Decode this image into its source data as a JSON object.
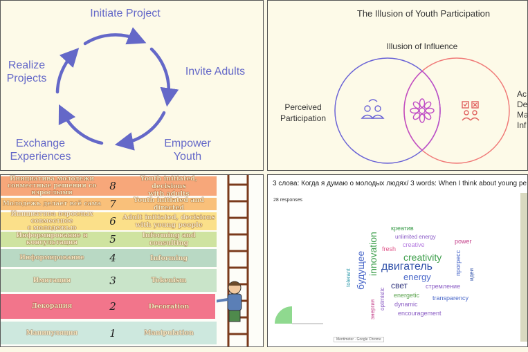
{
  "cycle": {
    "initiate": "Initiate Project",
    "invite": "Invite Adults",
    "empower": "Empower\nYouth",
    "exchange": "Exchange\nExperiences",
    "realize": "Realize\nProjects"
  },
  "venn": {
    "title": "The Illusion of Youth Participation",
    "top_label": "Illusion of Influence",
    "left_label": "Perceived\nParticipation",
    "right_label": "Ac\nDe\nMa\nInf",
    "colors": {
      "left": "#6a63d6",
      "right": "#f07a78",
      "center": "#c04fc6"
    }
  },
  "ladder": {
    "rungs": [
      {
        "num": "8",
        "ru": "Инициатива молодежи\nсовместные решения со взрослыми",
        "en": "Youth initiated, decisions\nwith adults",
        "color": "#f7a77a"
      },
      {
        "num": "7",
        "ru": "Молодежь делает всё сама",
        "en": "Youth initiated and directed",
        "color": "#f9c07a"
      },
      {
        "num": "6",
        "ru": "Инициатива взрослых совместное\nс молодежью",
        "en": "Adult initiated, decisions\nwith young people",
        "color": "#fbe08a"
      },
      {
        "num": "5",
        "ru": "Информирование и консультация",
        "en": "Informing and consulting",
        "color": "#cfe3a0"
      },
      {
        "num": "4",
        "ru": "Информирование",
        "en": "Informing",
        "color": "#b9d9c4"
      },
      {
        "num": "3",
        "ru": "Имитация",
        "en": "Tokenism",
        "color": "#c9e4c9"
      },
      {
        "num": "2",
        "ru": "Декорация",
        "en": "Decoration",
        "color": "#f2758b"
      },
      {
        "num": "1",
        "ru": "Манипуляция",
        "en": "Manipulation",
        "color": "#cde8de"
      }
    ]
  },
  "wordcloud": {
    "question": "3 слова: Когда я думаю о молодых людях/ 3 words: When I think about young pe",
    "responses": "28 responses",
    "footer": "Mentimeter · Google Chrome",
    "words": [
      {
        "text": "креатив",
        "color": "#3a9b4a",
        "size": 9
      },
      {
        "text": "unlimited energy",
        "color": "#8b5cc7",
        "size": 8
      },
      {
        "text": "power",
        "color": "#c4408a",
        "size": 9
      },
      {
        "text": "fresh",
        "color": "#e0568a",
        "size": 9
      },
      {
        "text": "creative",
        "color": "#b57be0",
        "size": 9
      },
      {
        "text": "creativity",
        "color": "#3d9e4b",
        "size": 14
      },
      {
        "text": "двигатель",
        "color": "#2e4fa8",
        "size": 16
      },
      {
        "text": "energy",
        "color": "#4a68c9",
        "size": 13
      },
      {
        "text": "свет",
        "color": "#2b2f7a",
        "size": 12
      },
      {
        "text": "стремление",
        "color": "#8a5cc4",
        "size": 9
      },
      {
        "text": "energetic",
        "color": "#5aa34d",
        "size": 9
      },
      {
        "text": "transparency",
        "color": "#4a68c9",
        "size": 9
      },
      {
        "text": "dynamic",
        "color": "#8a5cc4",
        "size": 9
      },
      {
        "text": "encouragement",
        "color": "#8a5cc4",
        "size": 9
      },
      {
        "text": "tolerant",
        "color": "#3aa0b0",
        "size": 8
      },
      {
        "text": "будущее",
        "color": "#4a68c9",
        "size": 14
      },
      {
        "text": "innovation",
        "color": "#3d9e4b",
        "size": 14
      },
      {
        "text": "optimistic",
        "color": "#8a5cc4",
        "size": 8
      },
      {
        "text": "энергия",
        "color": "#c4408a",
        "size": 8
      },
      {
        "text": "прогресс",
        "color": "#4a68c9",
        "size": 9
      },
      {
        "text": "идеи",
        "color": "#2e4fa8",
        "size": 8
      }
    ]
  }
}
